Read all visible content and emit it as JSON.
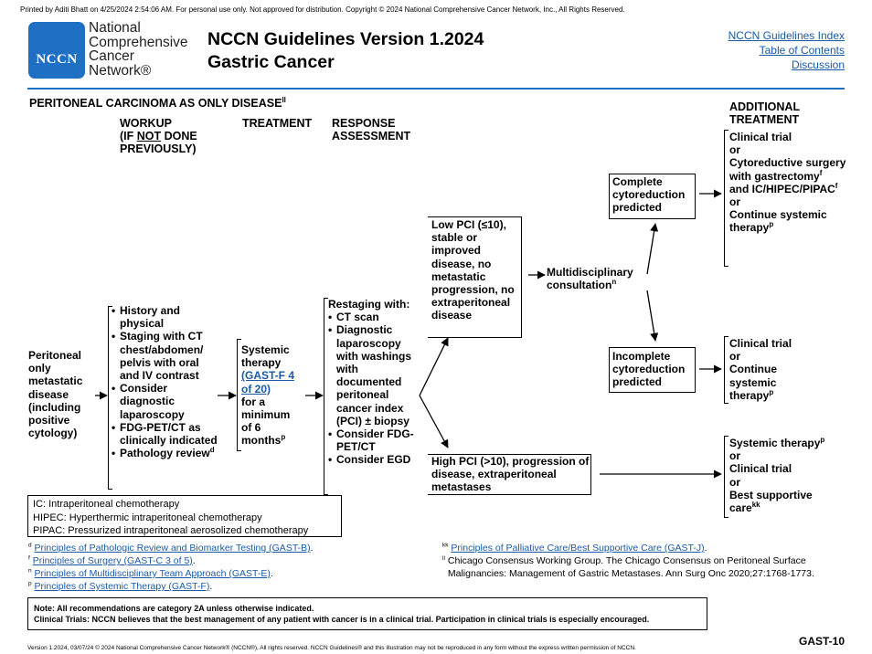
{
  "printed_line": "Printed by Aditi Bhatt on 4/25/2024 2:54:06 AM. For personal use only. Not approved for distribution. Copyright © 2024 National Comprehensive Cancer Network, Inc., All Rights Reserved.",
  "logo": {
    "text": "NCCN",
    "org_lines": [
      "National",
      "Comprehensive",
      "Cancer",
      "Network®"
    ]
  },
  "header": {
    "title_line1": "NCCN Guidelines Version 1.2024",
    "title_line2": "Gastric Cancer"
  },
  "nav_links": [
    "NCCN Guidelines Index",
    "Table of Contents",
    "Discussion"
  ],
  "section_title": "PERITONEAL CARCINOMA AS ONLY DISEASE",
  "section_title_sup": "ll",
  "columns": {
    "workup": [
      "WORKUP",
      "(IF NOT DONE",
      "PREVIOUSLY)"
    ],
    "treatment": "TREATMENT",
    "response": [
      "RESPONSE",
      "ASSESSMENT"
    ],
    "additional": [
      "ADDITIONAL",
      "TREATMENT"
    ]
  },
  "flow": {
    "start": [
      "Peritoneal",
      "only",
      "metastatic",
      "disease",
      "(including",
      "positive",
      "cytology)"
    ],
    "workup_items": [
      "History and physical",
      "Staging with CT chest/abdomen/ pelvis with oral and IV contrast",
      "Consider diagnostic laparoscopy",
      "FDG-PET/CT as clinically indicated",
      "Pathology review"
    ],
    "workup_sup": "d",
    "treatment_text1": "Systemic therapy",
    "treatment_link": "(GAST-F 4 of 20)",
    "treatment_text2": "for a minimum of 6 months",
    "treatment_sup": "p",
    "restaging_title": "Restaging with:",
    "restaging_items": [
      "CT scan",
      "Diagnostic laparoscopy with washings with documented peritoneal cancer index (PCI) ± biopsy",
      "Consider FDG-PET/CT",
      "Consider EGD"
    ],
    "low_pci": "Low PCI (≤10), stable or improved disease, no metastatic progression, no extraperitoneal disease",
    "high_pci": "High PCI (>10), progression of disease, extraperitoneal metastases",
    "mdt": "Multidisciplinary consultation",
    "mdt_sup": "n",
    "complete": "Complete cytoreduction predicted",
    "incomplete": "Incomplete cytoreduction predicted",
    "outcome_complete": [
      "Clinical trial",
      "or",
      "Cytoreductive surgery with gastrectomy",
      "and IC/HIPEC/PIPAC",
      "or",
      "Continue systemic therapy"
    ],
    "outcome_complete_sups": [
      "f",
      "f",
      "p"
    ],
    "outcome_incomplete": [
      "Clinical trial",
      "or",
      "Continue systemic therapy"
    ],
    "outcome_incomplete_sup": "p",
    "outcome_high": [
      "Systemic therapy",
      "or",
      "Clinical trial",
      "or",
      "Best supportive care"
    ],
    "outcome_high_sups": [
      "p",
      "kk"
    ]
  },
  "abbreviations": [
    "IC: Intraperitoneal chemotherapy",
    "HIPEC: Hyperthermic intraperitoneal chemotherapy",
    "PIPAC: Pressurized intraperitoneal aerosolized chemotherapy"
  ],
  "footnotes_left": [
    {
      "sup": "d",
      "text": "Principles of Pathologic Review and Biomarker Testing (GAST-B)",
      "tail": "."
    },
    {
      "sup": "f",
      "text": "Principles of Surgery (GAST-C 3 of 5)",
      "tail": "."
    },
    {
      "sup": "n",
      "text": "Principles of Multidisciplinary Team Approach (GAST-E)",
      "tail": "."
    },
    {
      "sup": "p",
      "text": "Principles of Systemic Therapy (GAST-F)",
      "tail": "."
    }
  ],
  "footnotes_right": [
    {
      "sup": "kk",
      "text": "Principles of Palliative Care/Best Supportive Care (GAST-J)",
      "tail": "."
    },
    {
      "sup": "ll",
      "text": "Chicago Consensus Working Group. The Chicago Consensus on Peritoneal Surface Malignancies: Management of Gastric Metastases. Ann Surg Onc 2020;27:1768-1773."
    }
  ],
  "note_box": {
    "line1": "Note: All recommendations are category 2A unless otherwise indicated.",
    "line2": "Clinical Trials: NCCN believes that the best management of any patient with cancer is in a clinical trial. Participation in clinical trials is especially encouraged."
  },
  "page_code": "GAST-10",
  "version_footer": "Version 1.2024, 03/07/24 © 2024 National Comprehensive Cancer Network® (NCCN®), All rights reserved. NCCN Guidelines® and this illustration may not be reproduced in any form without the express written permission of NCCN.",
  "colors": {
    "brand_blue": "#1f6fc5",
    "link_blue": "#1a5aa8",
    "rule_blue": "#1f6fc5"
  }
}
